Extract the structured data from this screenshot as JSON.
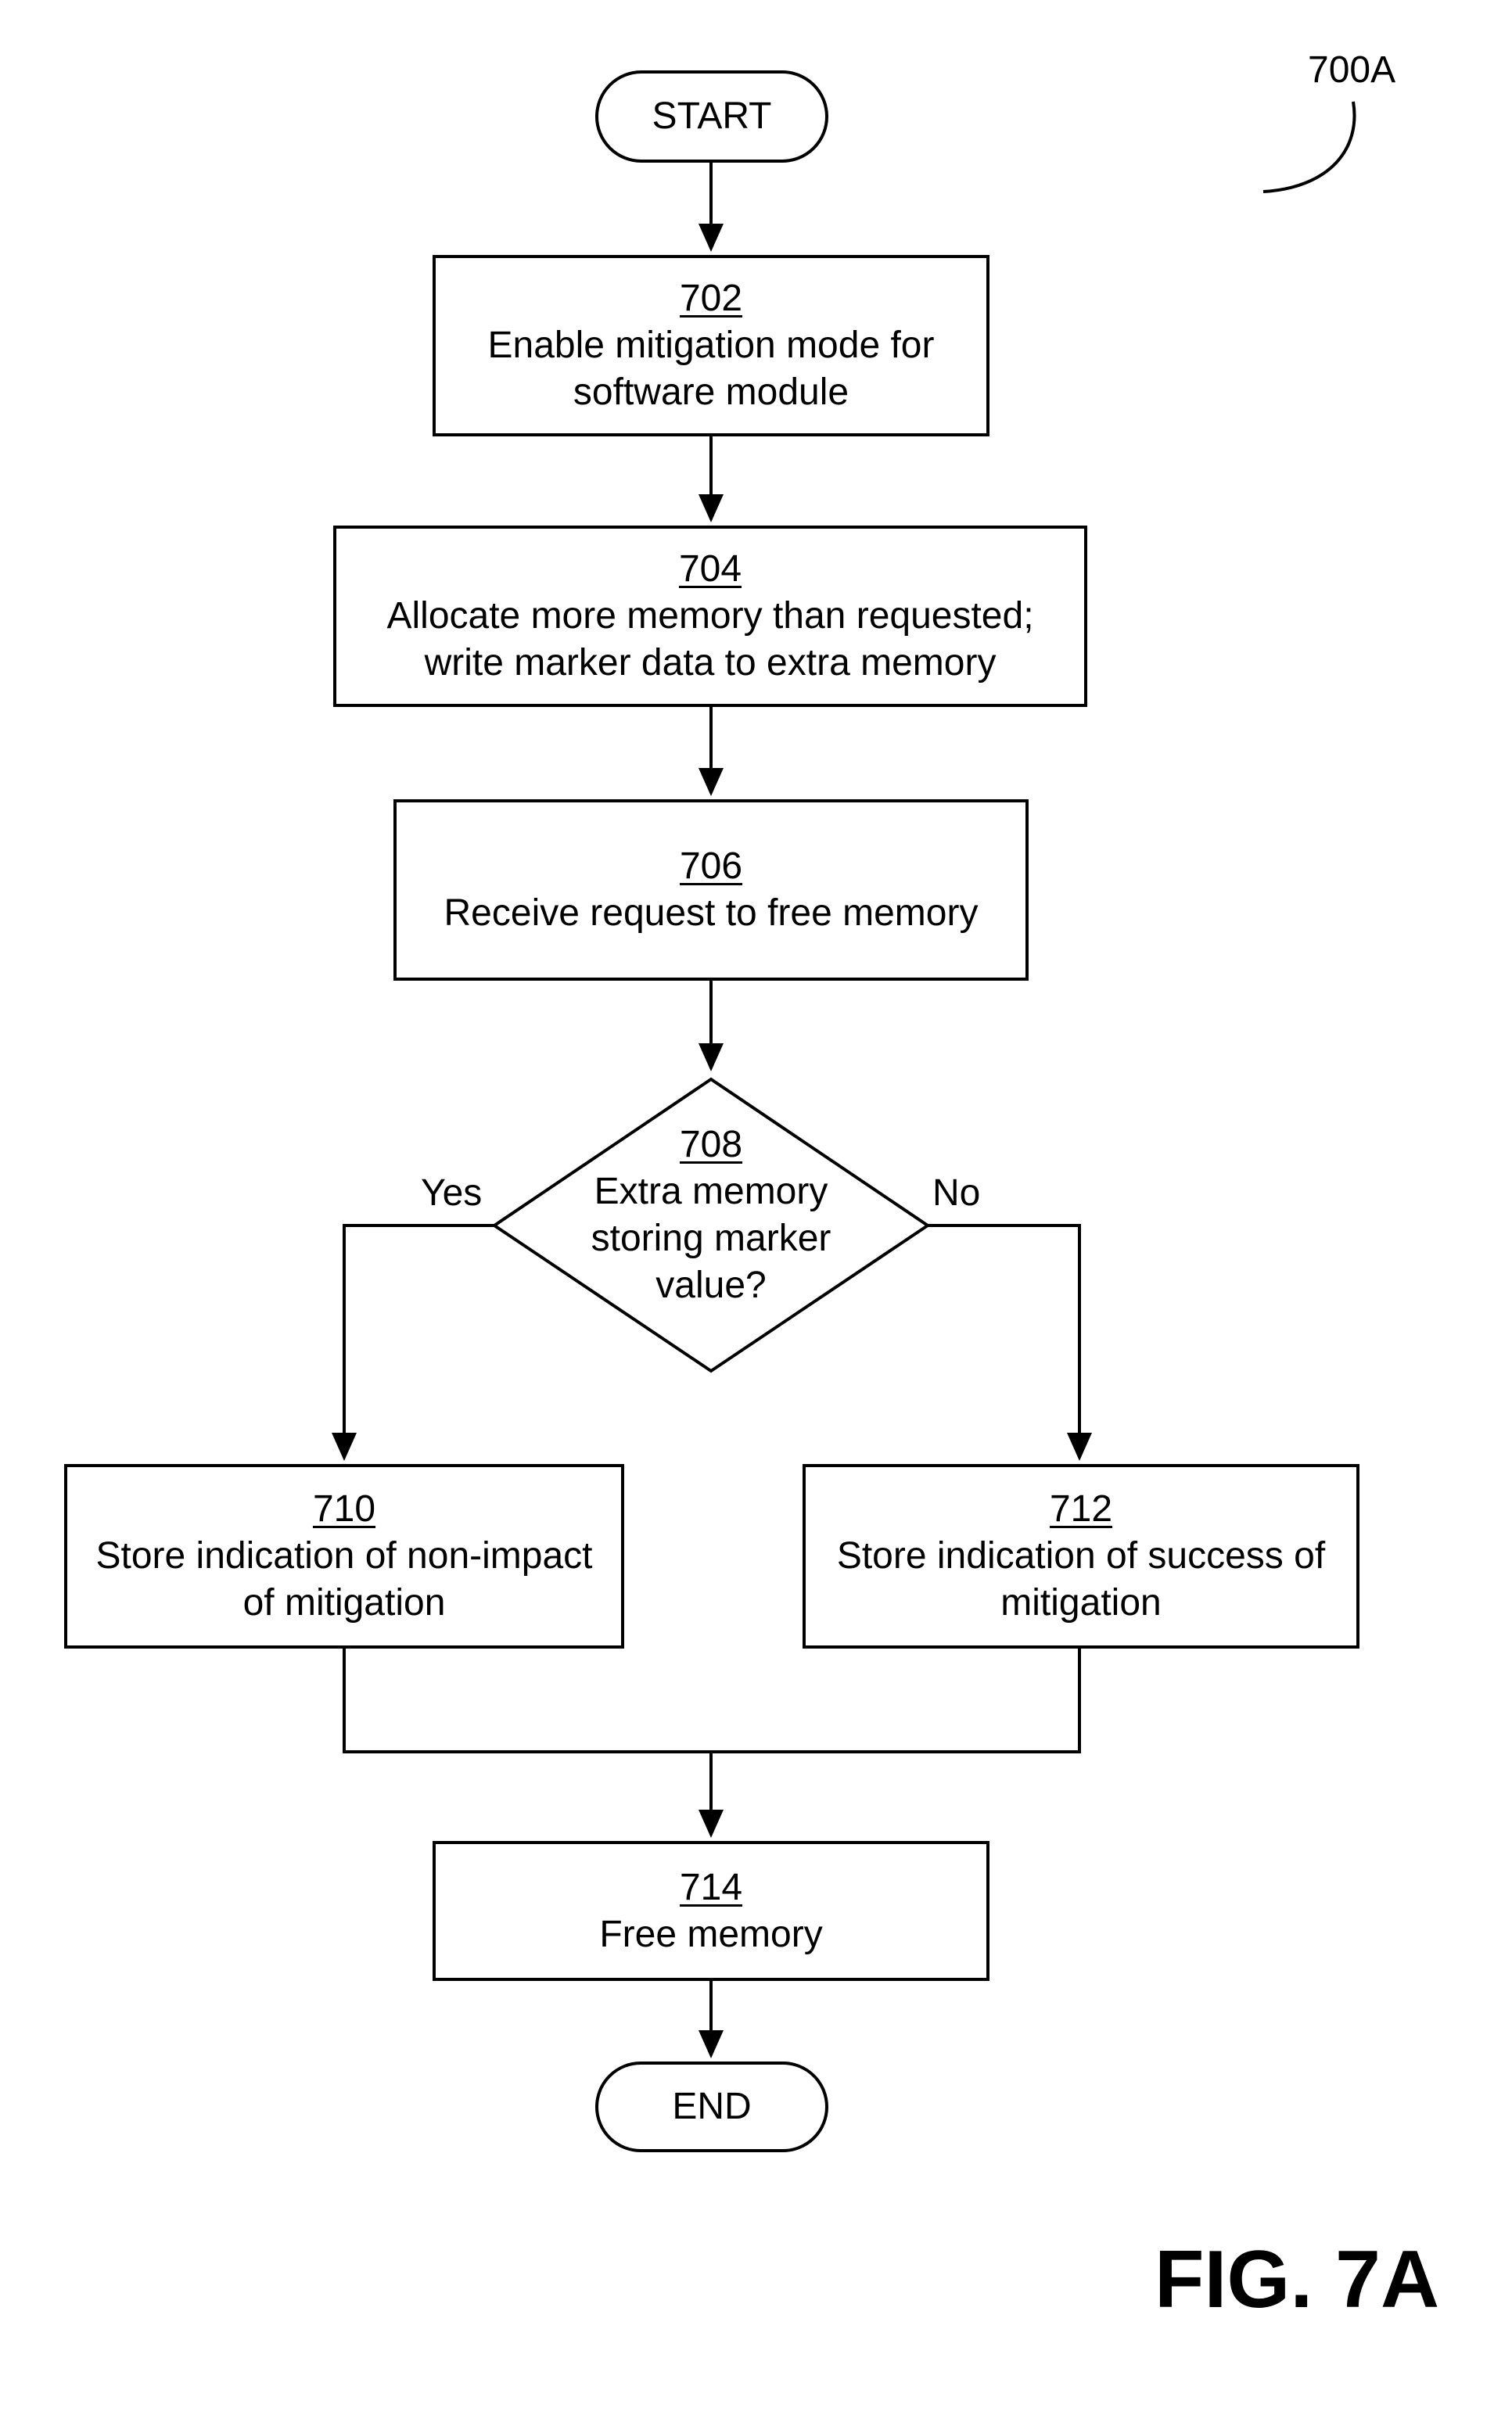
{
  "diagram_id": "700A",
  "figure_label": "FIG. 7A",
  "start": "START",
  "end": "END",
  "steps": {
    "s702": {
      "ref": "702",
      "lines": [
        "Enable mitigation mode for",
        "software module"
      ]
    },
    "s704": {
      "ref": "704",
      "lines": [
        "Allocate more memory than requested;",
        "write marker data to extra memory"
      ]
    },
    "s706": {
      "ref": "706",
      "lines": [
        "Receive request to free memory"
      ]
    },
    "s708": {
      "ref": "708",
      "lines": [
        "Extra memory",
        "storing marker",
        "value?"
      ]
    },
    "s710": {
      "ref": "710",
      "lines": [
        "Store indication of non-impact",
        "of mitigation"
      ]
    },
    "s712": {
      "ref": "712",
      "lines": [
        "Store indication of success of",
        "mitigation"
      ]
    },
    "s714": {
      "ref": "714",
      "lines": [
        "Free memory"
      ]
    }
  },
  "branches": {
    "yes": "Yes",
    "no": "No"
  }
}
